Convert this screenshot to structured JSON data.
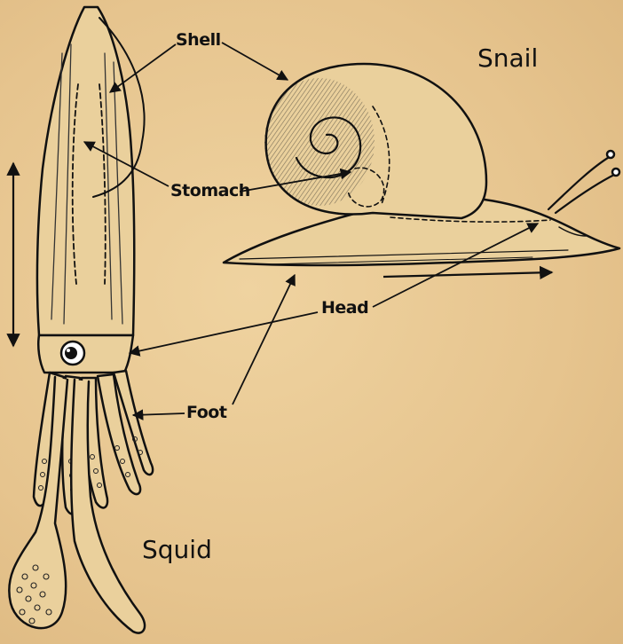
{
  "labels": {
    "shell": "Shell",
    "snail": "Snail",
    "stomach": "Stomach",
    "head": "Head",
    "foot": "Foot",
    "squid": "Squid"
  },
  "colors": {
    "paper": "#e8c994",
    "ink": "#111111"
  }
}
